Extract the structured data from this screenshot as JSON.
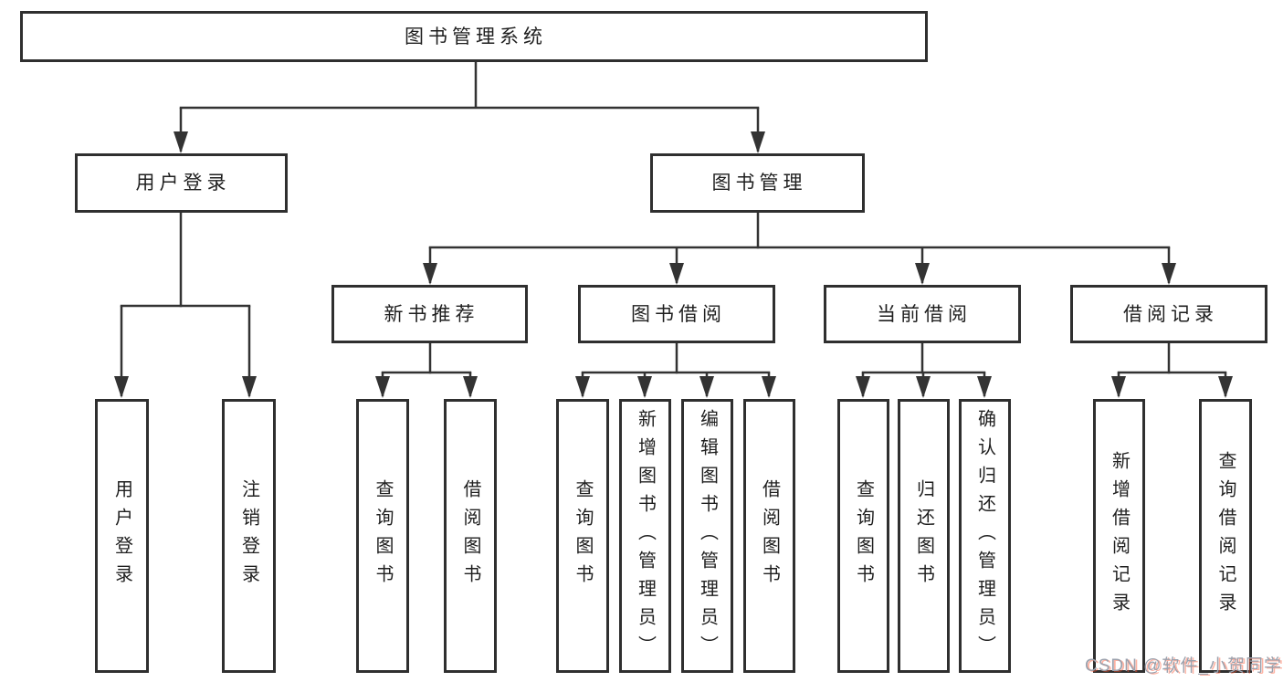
{
  "diagram": {
    "root": {
      "label": "图书管理系统",
      "children": [
        {
          "label": "用户登录",
          "children": [
            {
              "label": "用户登录"
            },
            {
              "label": "注销登录"
            }
          ]
        },
        {
          "label": "图书管理",
          "children": [
            {
              "label": "新书推荐",
              "children": [
                {
                  "label": "查询图书"
                },
                {
                  "label": "借阅图书"
                }
              ]
            },
            {
              "label": "图书借阅",
              "children": [
                {
                  "label": "查询图书"
                },
                {
                  "label": "新增图书（管理员）"
                },
                {
                  "label": "编辑图书（管理员）"
                },
                {
                  "label": "借阅图书"
                }
              ]
            },
            {
              "label": "当前借阅",
              "children": [
                {
                  "label": "查询图书"
                },
                {
                  "label": "归还图书"
                },
                {
                  "label": "确认归还（管理员）"
                }
              ]
            },
            {
              "label": "借阅记录",
              "children": [
                {
                  "label": "新增借阅记录"
                },
                {
                  "label": "查询借阅记录"
                }
              ]
            }
          ]
        }
      ]
    }
  },
  "watermark": {
    "text": "CSDN @软件_小贺同学"
  },
  "colors": {
    "line": "#333333",
    "box_border": "#2f2f2f",
    "box_fill": "#ffffff",
    "text": "#1f1f1f",
    "background": "#ffffff",
    "watermark_text": "#9ba1ad",
    "watermark_accent": "#fc5531"
  }
}
